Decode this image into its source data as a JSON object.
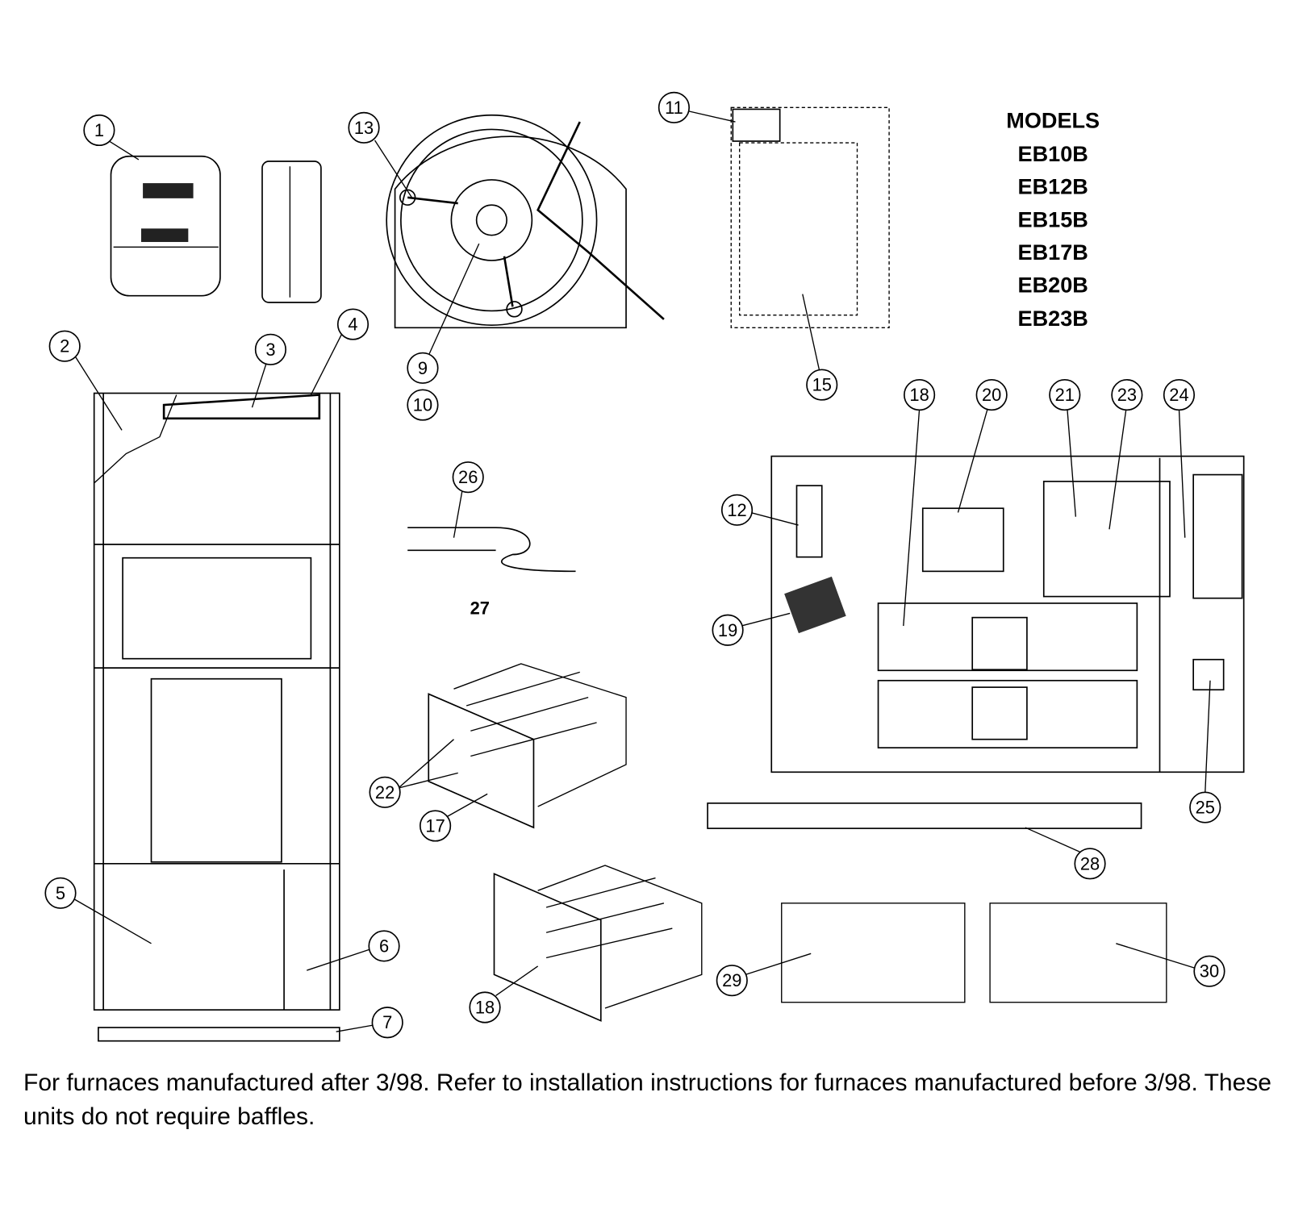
{
  "models": {
    "heading": "MODELS",
    "list": [
      "EB10B",
      "EB12B",
      "EB15B",
      "EB17B",
      "EB20B",
      "EB23B"
    ]
  },
  "callouts": [
    "1",
    "13",
    "11",
    "2",
    "3",
    "4",
    "9",
    "10",
    "15",
    "18",
    "20",
    "21",
    "23",
    "24",
    "26",
    "12",
    "19",
    "22",
    "17",
    "25",
    "28",
    "5",
    "6",
    "7",
    "18",
    "29",
    "30"
  ],
  "label_27": "27",
  "footnote": "For furnaces manufactured after 3/98. Refer to installation instructions for furnaces manufactured before 3/98. These units do not require baffles."
}
